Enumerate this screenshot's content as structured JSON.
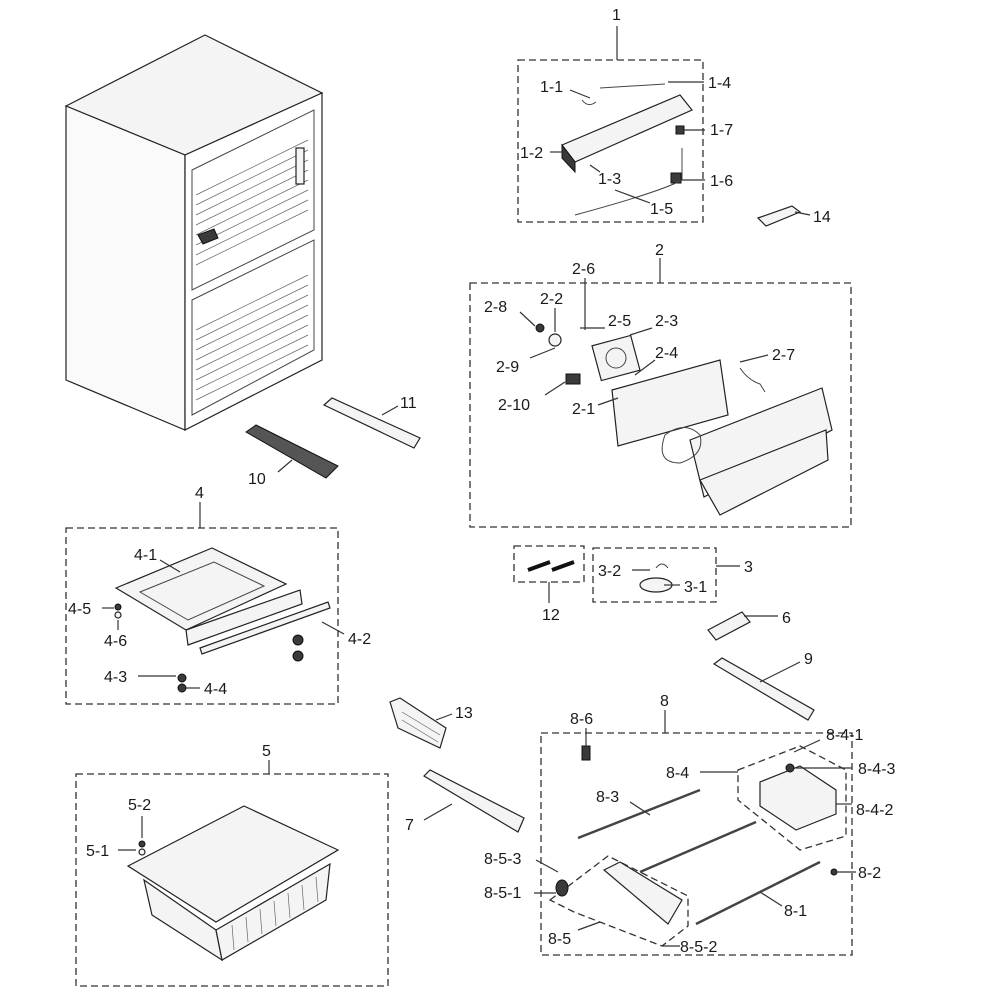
{
  "labels": {
    "p1": "1",
    "p1_1": "1-1",
    "p1_2": "1-2",
    "p1_3": "1-3",
    "p1_4": "1-4",
    "p1_5": "1-5",
    "p1_6": "1-6",
    "p1_7": "1-7",
    "p14": "14",
    "p2": "2",
    "p2_1": "2-1",
    "p2_2": "2-2",
    "p2_3": "2-3",
    "p2_4": "2-4",
    "p2_5": "2-5",
    "p2_6": "2-6",
    "p2_7": "2-7",
    "p2_8": "2-8",
    "p2_9": "2-9",
    "p2_10": "2-10",
    "p11": "11",
    "p10": "10",
    "p4": "4",
    "p4_1": "4-1",
    "p4_2": "4-2",
    "p4_3": "4-3",
    "p4_4": "4-4",
    "p4_5": "4-5",
    "p4_6": "4-6",
    "p12": "12",
    "p3": "3",
    "p3_1": "3-1",
    "p3_2": "3-2",
    "p6": "6",
    "p9": "9",
    "p13": "13",
    "p7": "7",
    "p5": "5",
    "p5_1": "5-1",
    "p5_2": "5-2",
    "p8": "8",
    "p8_1": "8-1",
    "p8_2": "8-2",
    "p8_3": "8-3",
    "p8_4": "8-4",
    "p8_4_1": "8-4-1",
    "p8_4_2": "8-4-2",
    "p8_4_3": "8-4-3",
    "p8_5": "8-5",
    "p8_5_1": "8-5-1",
    "p8_5_2": "8-5-2",
    "p8_5_3": "8-5-3",
    "p8_6": "8-6"
  }
}
